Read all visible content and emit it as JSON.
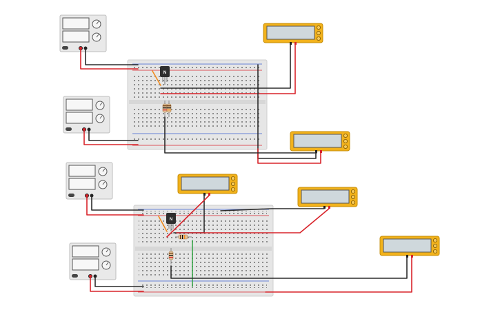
{
  "colors": {
    "wire_red": "#d8232a",
    "wire_black": "#2b2b2b",
    "wire_green": "#3aa64a",
    "wire_orange": "#f28c1e",
    "multimeter_body": "#f2b21b",
    "multimeter_screen": "#cfd8dc",
    "power_supply_body": "#e9e9e9",
    "breadboard_body": "#e6e6e6",
    "transistor_body": "#2e2e2e"
  },
  "circuits": [
    {
      "supply_labels": [
        "",
        ""
      ],
      "transistor_label": "N",
      "multimeters": 2
    },
    {
      "supply_labels": [
        "",
        ""
      ],
      "transistor_label": "N",
      "multimeters": 3
    }
  ]
}
